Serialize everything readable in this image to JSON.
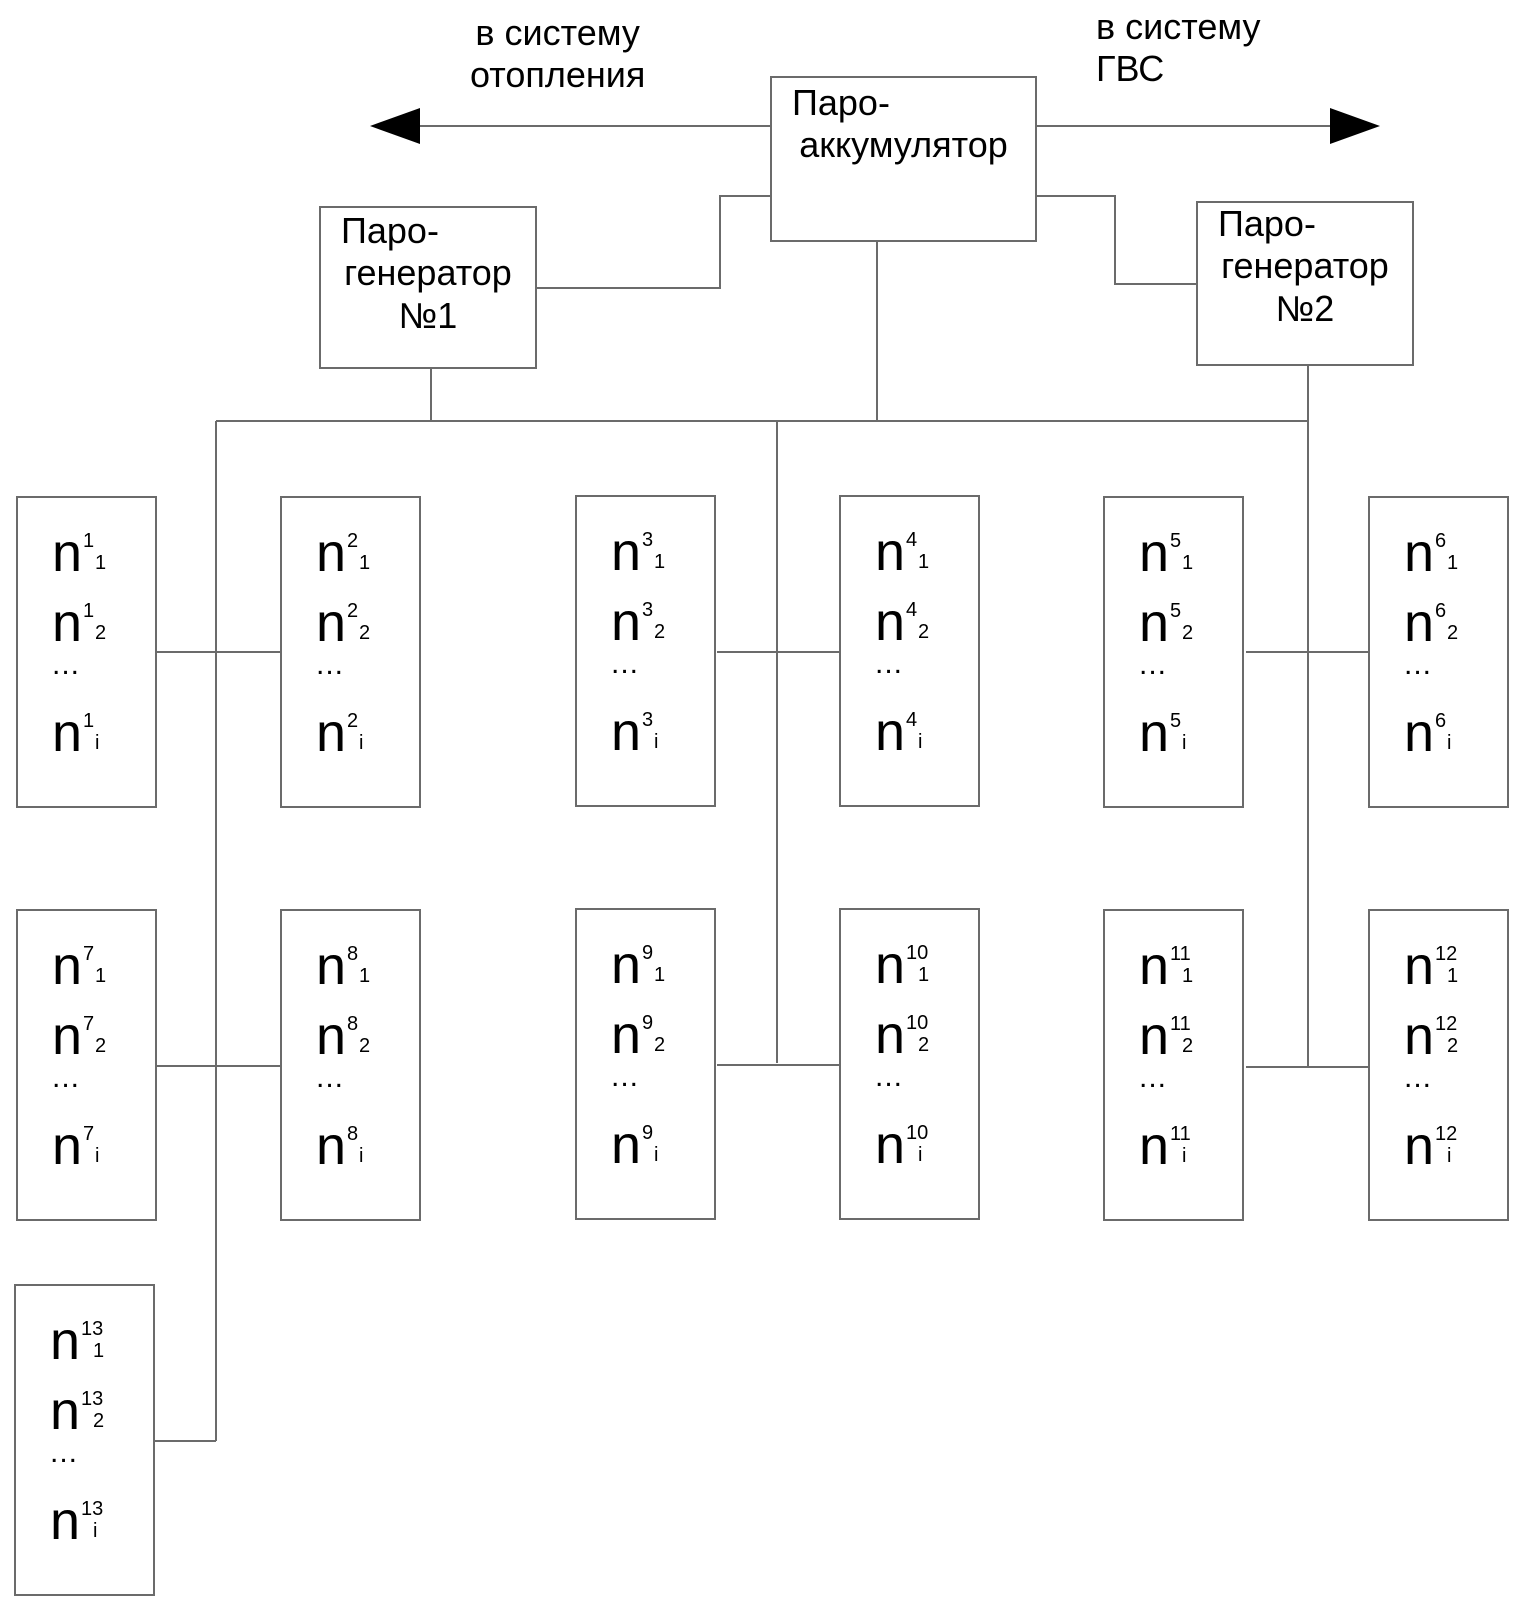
{
  "arrows": {
    "left_label": [
      "в систему",
      "отопления"
    ],
    "right_label": [
      "в систему",
      "ГВС"
    ]
  },
  "accumulator": {
    "label": [
      "Паро-",
      "аккумулятор"
    ]
  },
  "generators": [
    {
      "label": [
        "Паро-",
        "генератор",
        "№1"
      ]
    },
    {
      "label": [
        "Паро-",
        "генератор",
        "№2"
      ]
    }
  ],
  "consumer_base": "n",
  "consumer_dots": "...",
  "consumers": [
    {
      "sup": "1",
      "subs": [
        "1",
        "2",
        "i"
      ]
    },
    {
      "sup": "2",
      "subs": [
        "1",
        "2",
        "i"
      ]
    },
    {
      "sup": "3",
      "subs": [
        "1",
        "2",
        "i"
      ]
    },
    {
      "sup": "4",
      "subs": [
        "1",
        "2",
        "i"
      ]
    },
    {
      "sup": "5",
      "subs": [
        "1",
        "2",
        "i"
      ]
    },
    {
      "sup": "6",
      "subs": [
        "1",
        "2",
        "i"
      ]
    },
    {
      "sup": "7",
      "subs": [
        "1",
        "2",
        "i"
      ]
    },
    {
      "sup": "8",
      "subs": [
        "1",
        "2",
        "i"
      ]
    },
    {
      "sup": "9",
      "subs": [
        "1",
        "2",
        "i"
      ]
    },
    {
      "sup": "10",
      "subs": [
        "1",
        "2",
        "i"
      ]
    },
    {
      "sup": "11",
      "subs": [
        "1",
        "2",
        "i"
      ]
    },
    {
      "sup": "12",
      "subs": [
        "1",
        "2",
        "i"
      ]
    },
    {
      "sup": "13",
      "subs": [
        "1",
        "2",
        "i"
      ]
    }
  ],
  "colors": {
    "line": "#6b6b6b",
    "arrow": "#000000"
  }
}
